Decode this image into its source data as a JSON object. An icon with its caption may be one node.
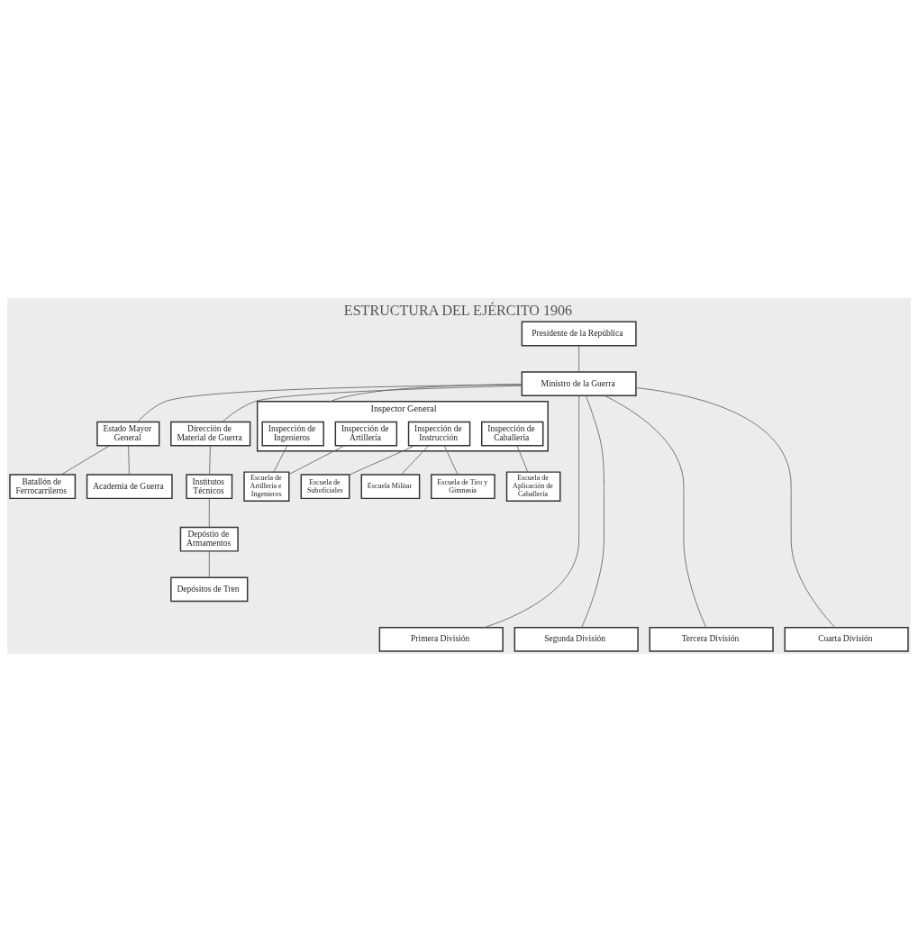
{
  "diagram": {
    "title": "ESTRUCTURA DEL EJÉRCITO 1906",
    "nodes": [
      {
        "text": [
          "Presidente de la República"
        ]
      },
      {
        "text": [
          "Ministro de la Guerra"
        ]
      },
      {
        "text": [
          "Estado Mayor General"
        ]
      },
      {
        "text": [
          "Dirección de Material de Guerra"
        ]
      },
      {
        "text": [
          "Inspector General"
        ]
      },
      {
        "text": [
          "Inspección de Ingenieros"
        ],
        "in": 4
      },
      {
        "text": [
          "Inspección de Artillería"
        ],
        "in": 4
      },
      {
        "text": [
          "Inspección de Instrucción"
        ],
        "in": 4
      },
      {
        "text": [
          "Inspección de Caballería"
        ],
        "in": 4
      },
      {
        "text": [
          "Batallón de Ferrocarrileros"
        ]
      },
      {
        "text": [
          "Academia de Guerra"
        ]
      },
      {
        "text": [
          "Institutos Técnicos"
        ]
      },
      {
        "text": [
          "Depóstio de Armamentos"
        ]
      },
      {
        "text": [
          "Depósitos de Tren"
        ]
      },
      {
        "text": [
          "Escuela de Artillería e Ingenieros"
        ]
      },
      {
        "text": [
          "Escuela de Suboficiales"
        ]
      },
      {
        "text": [
          "Escuela Militar"
        ]
      },
      {
        "text": [
          "Escuela de Tiro y Gimnasia"
        ]
      },
      {
        "text": [
          "Escuela de Aplicación de Caballería"
        ]
      },
      {
        "text": [
          "Primera División"
        ]
      },
      {
        "text": [
          "Segunda División"
        ]
      },
      {
        "text": [
          "Tercera División"
        ]
      },
      {
        "text": [
          "Cuarta División"
        ]
      }
    ],
    "edges": [
      {
        "from": 0,
        "to": 1,
        "arrow": "none"
      },
      {
        "from": 1,
        "to": 2,
        "arrow": "none"
      },
      {
        "from": 1,
        "to": 3,
        "arrow": "none"
      },
      {
        "from": 1,
        "to": 4,
        "arrow": "none"
      },
      {
        "from": 1,
        "to": 19,
        "arrow": "none"
      },
      {
        "from": 1,
        "to": 20,
        "arrow": "none"
      },
      {
        "from": 1,
        "to": 21,
        "arrow": "none"
      },
      {
        "from": 1,
        "to": 22,
        "arrow": "none"
      },
      {
        "from": 2,
        "to": 9,
        "arrow": "none"
      },
      {
        "from": 2,
        "to": 10,
        "arrow": "none"
      },
      {
        "from": 3,
        "to": 11,
        "arrow": "none"
      },
      {
        "from": 11,
        "to": 12,
        "arrow": "none"
      },
      {
        "from": 12,
        "to": 13,
        "arrow": "none"
      },
      {
        "from": 5,
        "to": 14,
        "arrow": "none"
      },
      {
        "from": 6,
        "to": 14,
        "arrow": "none"
      },
      {
        "from": 7,
        "to": 15,
        "arrow": "none"
      },
      {
        "from": 7,
        "to": 16,
        "arrow": "none"
      },
      {
        "from": 7,
        "to": 17,
        "arrow": "none"
      },
      {
        "from": 8,
        "to": 18,
        "arrow": "none"
      }
    ]
  }
}
